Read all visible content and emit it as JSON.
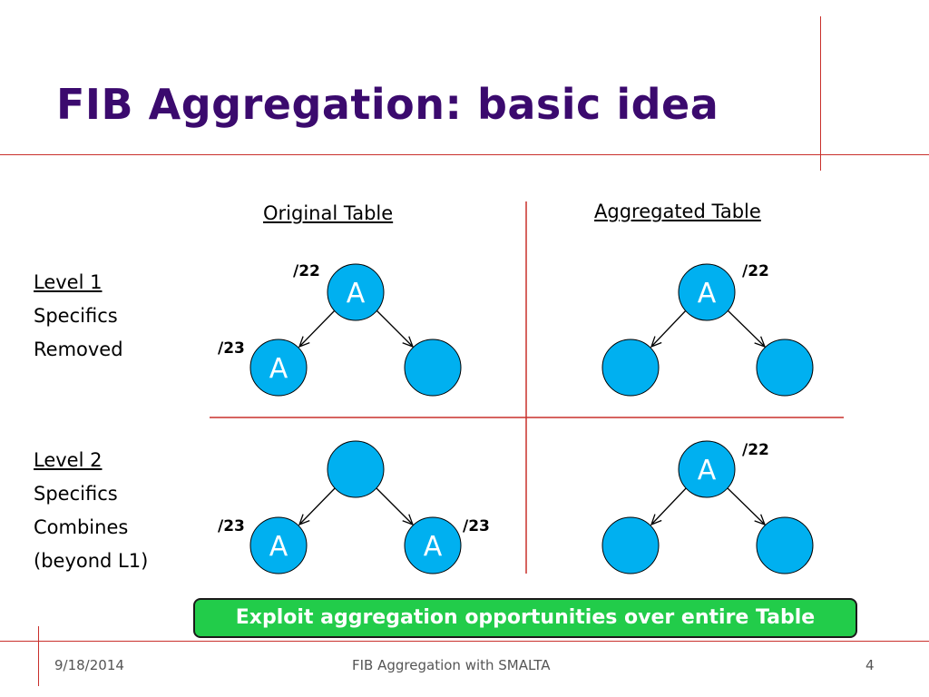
{
  "title": "FIB Aggregation: basic idea",
  "column_headers": [
    "Original Table",
    "Aggregated Table"
  ],
  "rows": [
    {
      "level": "Level 1",
      "lines": [
        "Specifics",
        "Removed"
      ]
    },
    {
      "level": "Level 2",
      "lines": [
        "Specifics",
        "Combines",
        "(beyond L1)"
      ]
    }
  ],
  "node_label": "A",
  "mask_22": "/22",
  "mask_23": "/23",
  "callout": "Exploit aggregation opportunities over entire Table",
  "footer": {
    "date": "9/18/2014",
    "center": "FIB Aggregation with SMALTA",
    "page": "4"
  },
  "colors": {
    "title": "#3b0a6e",
    "node": "#00b0f0",
    "rule": "#c9302c",
    "callout": "#22cc4a"
  }
}
